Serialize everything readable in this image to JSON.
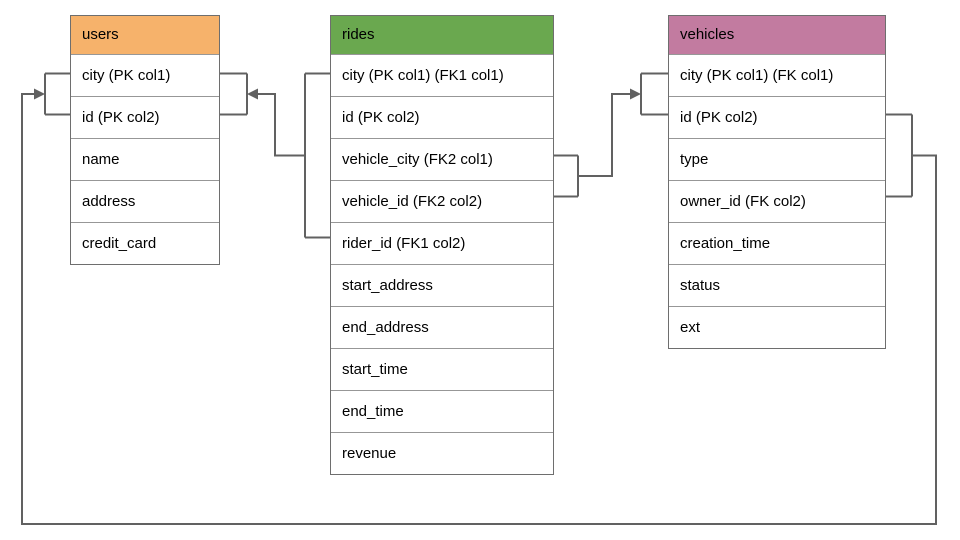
{
  "tables": {
    "users": {
      "title": "users",
      "header_color": "#f6b26b",
      "rows": [
        "city (PK col1)",
        "id (PK col2)",
        "name",
        "address",
        "credit_card"
      ]
    },
    "rides": {
      "title": "rides",
      "header_color": "#6aa84f",
      "rows": [
        "city (PK col1) (FK1 col1)",
        "id (PK col2)",
        "vehicle_city (FK2 col1)",
        "vehicle_id (FK2 col2)",
        "rider_id (FK1 col2)",
        "start_address",
        "end_address",
        "start_time",
        "end_time",
        "revenue"
      ]
    },
    "vehicles": {
      "title": "vehicles",
      "header_color": "#c27ba0",
      "rows": [
        "city (PK col1) (FK col1)",
        "id (PK col2)",
        "type",
        "owner_id (FK col2)",
        "creation_time",
        "status",
        "ext"
      ]
    }
  },
  "relationships": [
    {
      "name": "rides-to-users",
      "from": "rides (city, rider_id) FK1",
      "to": "users (city, id)"
    },
    {
      "name": "rides-to-vehicles",
      "from": "rides (vehicle_city, vehicle_id) FK2",
      "to": "vehicles (city, id)"
    },
    {
      "name": "vehicles-to-users",
      "from": "vehicles (city, owner_id) FK",
      "to": "users (city, id)"
    }
  ],
  "colors": {
    "connector": "#616161",
    "table_border": "#6e6e6e",
    "row_border": "#979797"
  }
}
